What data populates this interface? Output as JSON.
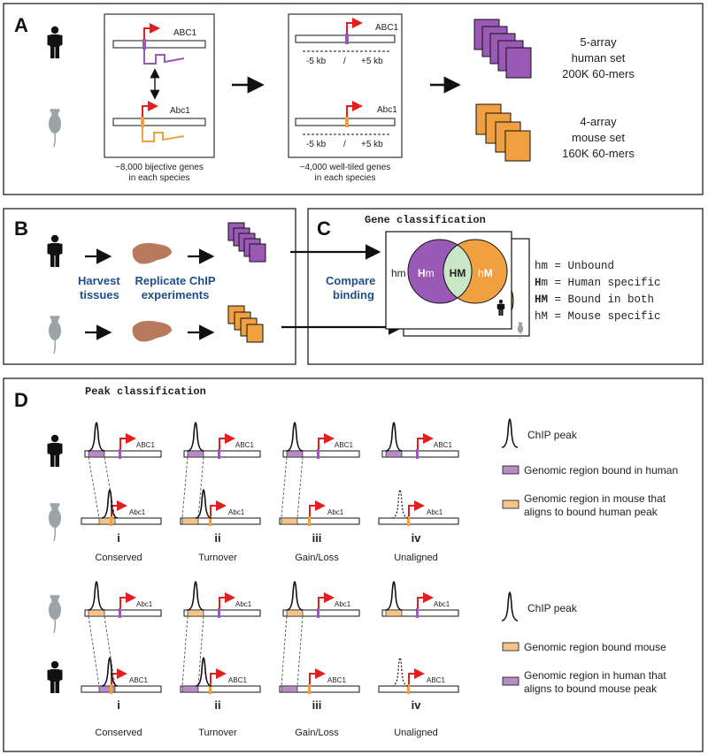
{
  "colors": {
    "human": "#9b59b6",
    "mouse": "#f0a040",
    "overlap": "#c9e6c5",
    "tss_arrow": "#e02020",
    "text_blue": "#1f4e8c",
    "liver": "#b87a5e",
    "mouse_icon": "#9aa5a8"
  },
  "icons": {
    "human": "human-silhouette-icon",
    "mouse": "mouse-silhouette-icon",
    "liver": "liver-icon",
    "arrow": "right-arrow-icon"
  },
  "panel_a": {
    "letter": "A",
    "gene_upper": "ABC1",
    "gene_lower": "Abc1",
    "box1_caption": [
      "~8,000 bijective genes",
      "in each species"
    ],
    "box2_caption": [
      "~4,000 well-tiled genes",
      "in each species"
    ],
    "tile_left": "-5 kb",
    "tile_sep": "/",
    "tile_right": "+5 kb",
    "human_set": [
      "5-array",
      "human set",
      "200K 60-mers"
    ],
    "mouse_set": [
      "4-array",
      "mouse set",
      "160K 60-mers"
    ]
  },
  "panel_b": {
    "letter": "B",
    "harvest": [
      "Harvest",
      "tissues"
    ],
    "replicate": [
      "Replicate ChIP",
      "experiments"
    ]
  },
  "panel_c": {
    "letter": "C",
    "title": "Gene classification",
    "compare": [
      "Compare",
      "binding"
    ],
    "venn_outside": "hm",
    "venn_human_bold": "H",
    "venn_human_rest": "m",
    "venn_both": "HM",
    "venn_mouse_rest": "h",
    "venn_mouse_bold": "M",
    "legend": [
      {
        "bold": "",
        "plain": "hm = Unbound"
      },
      {
        "bold": "H",
        "plain": "m = Human specific"
      },
      {
        "bold": "HM",
        "plain": " = Bound in both"
      },
      {
        "bold": "",
        "plain": "hM = Mouse specific"
      }
    ]
  },
  "panel_d": {
    "letter": "D",
    "title": "Peak classification",
    "top_gene_upper": "ABC1",
    "top_gene_lower": "Abc1",
    "numerals": [
      "i",
      "ii",
      "iii",
      "iv"
    ],
    "categories": [
      "Conserved",
      "Turnover",
      "Gain/Loss",
      "Unaligned"
    ],
    "legend_top": {
      "peak": "ChIP peak",
      "region_a": "Genomic region bound in human",
      "region_b": [
        "Genomic region in mouse that",
        "aligns to bound human peak"
      ]
    },
    "bottom_gene_upper": "Abc1",
    "bottom_gene_lower": "ABC1",
    "legend_bottom": {
      "peak": "ChIP peak",
      "region_a": "Genomic region bound mouse",
      "region_b": [
        "Genomic region in human that",
        "aligns to bound mouse peak"
      ]
    }
  }
}
